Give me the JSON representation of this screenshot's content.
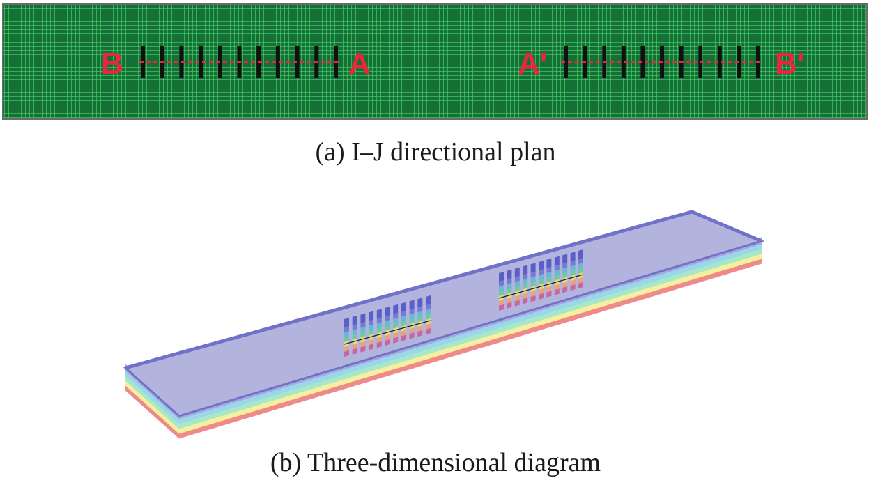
{
  "panel_a": {
    "caption": "(a) I–J directional plan",
    "labels": {
      "b": "B",
      "a": "A",
      "a_prime": "A'",
      "b_prime": "B'"
    },
    "colors": {
      "grid_bg": "#1a7a3c",
      "grid_line": "#3fd06a",
      "label": "#e8283a",
      "wall": "#111111",
      "dash": "#e8283a"
    },
    "wall_groups": 2,
    "walls_per_group": 11
  },
  "panel_b": {
    "caption": "(b) Three-dimensional diagram",
    "layer_colors": [
      "#f08a8a",
      "#f5f0a0",
      "#a8e8c8",
      "#9ad7ea",
      "#a7a9dd"
    ],
    "wall_groups": 2,
    "walls_per_group": 11
  }
}
